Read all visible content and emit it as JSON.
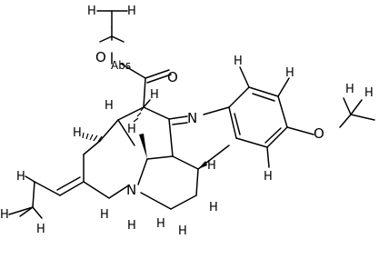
{
  "structure": {
    "atom_labels": {
      "ester_ether_o": "O",
      "ester_methyl_label": "Abs",
      "carbonyl_o": "O",
      "indole_n": "N",
      "ring_n": "N",
      "methoxy_o": "O"
    },
    "hydrogen_label": "H"
  }
}
